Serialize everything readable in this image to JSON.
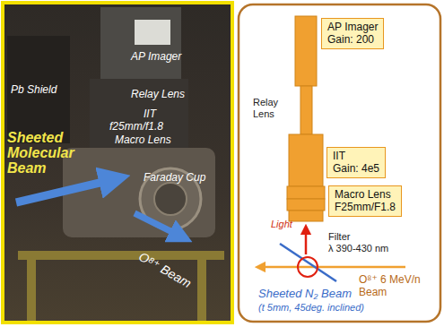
{
  "diagram": {
    "nodes": [
      {
        "text": [
          "AP Imager",
          "Gain: 200"
        ]
      },
      {
        "text": [
          "IIT",
          "Gain: 4e5"
        ]
      },
      {
        "text": [
          "Macro Lens",
          "F25mm/F1.8"
        ]
      }
    ],
    "labels": [
      "AP Imager",
      "Relay Lens",
      "IIT",
      "f25mm/f1.8",
      "Macro Lens",
      "Pb Shield",
      "Faraday Cup",
      "Sheeted Molecular Beam",
      "O⁸⁺ Beam",
      "Relay Lens",
      "Light",
      "Filter",
      "λ 390-430 nm",
      "O⁸⁺ 6 MeV/n Beam",
      "Sheeted N₂ Beam",
      "(t 5mm, 45deg. inclined)"
    ]
  }
}
